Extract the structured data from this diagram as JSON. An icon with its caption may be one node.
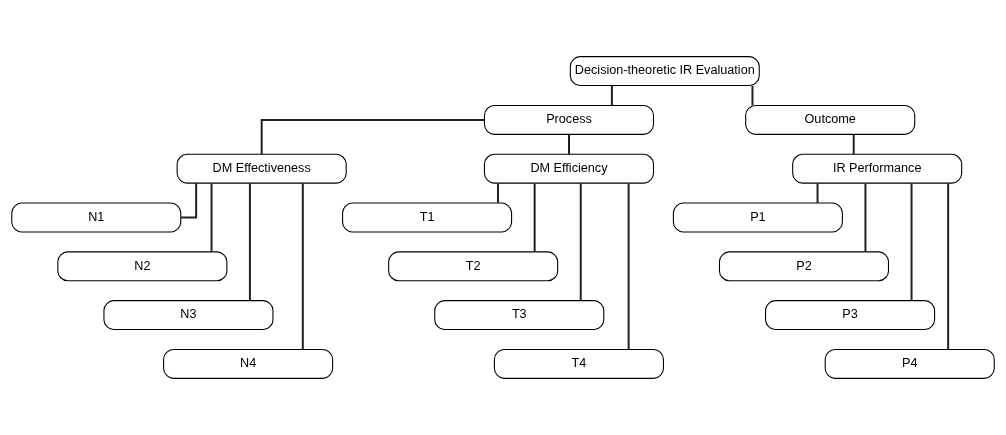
{
  "diagram": {
    "nodes": [
      {
        "text": [
          "Decision-theoretic IR Evaluation"
        ]
      },
      {
        "text": [
          "Process"
        ]
      },
      {
        "text": [
          "Outcome"
        ]
      },
      {
        "text": [
          "DM Effectiveness"
        ]
      },
      {
        "text": [
          "DM Efficiency"
        ]
      },
      {
        "text": [
          "IR Performance"
        ]
      },
      {
        "text": [
          "N1"
        ]
      },
      {
        "text": [
          "N2"
        ]
      },
      {
        "text": [
          "N3"
        ]
      },
      {
        "text": [
          "N4"
        ]
      },
      {
        "text": [
          "T1"
        ]
      },
      {
        "text": [
          "T2"
        ]
      },
      {
        "text": [
          "T3"
        ]
      },
      {
        "text": [
          "T4"
        ]
      },
      {
        "text": [
          "P1"
        ]
      },
      {
        "text": [
          "P2"
        ]
      },
      {
        "text": [
          "P3"
        ]
      },
      {
        "text": [
          "P4"
        ]
      }
    ],
    "edges": [
      {
        "from": 0,
        "to": 1,
        "arrow": "none"
      },
      {
        "from": 0,
        "to": 2,
        "arrow": "none"
      },
      {
        "from": 1,
        "to": 3,
        "arrow": "none"
      },
      {
        "from": 1,
        "to": 4,
        "arrow": "none"
      },
      {
        "from": 2,
        "to": 5,
        "arrow": "none"
      },
      {
        "from": 3,
        "to": 6,
        "arrow": "none"
      },
      {
        "from": 3,
        "to": 7,
        "arrow": "none"
      },
      {
        "from": 3,
        "to": 8,
        "arrow": "none"
      },
      {
        "from": 3,
        "to": 9,
        "arrow": "none"
      },
      {
        "from": 4,
        "to": 10,
        "arrow": "none"
      },
      {
        "from": 4,
        "to": 11,
        "arrow": "none"
      },
      {
        "from": 4,
        "to": 12,
        "arrow": "none"
      },
      {
        "from": 4,
        "to": 13,
        "arrow": "none"
      },
      {
        "from": 5,
        "to": 14,
        "arrow": "none"
      },
      {
        "from": 5,
        "to": 15,
        "arrow": "none"
      },
      {
        "from": 5,
        "to": 16,
        "arrow": "none"
      },
      {
        "from": 5,
        "to": 17,
        "arrow": "none"
      }
    ]
  }
}
